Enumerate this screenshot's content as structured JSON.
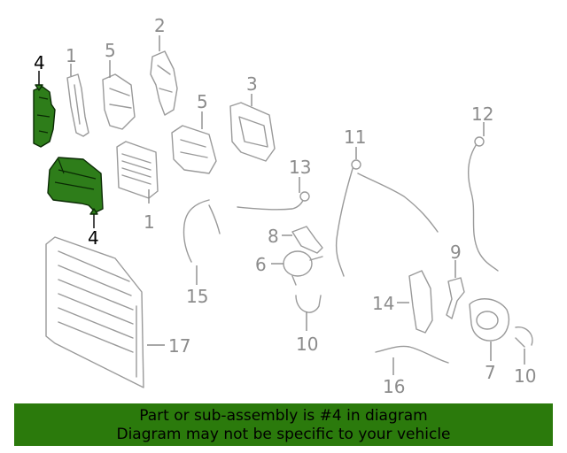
{
  "highlight_color": "#2b7a0c",
  "callouts": [
    {
      "id": "c4a",
      "text": "4",
      "highlighted": true
    },
    {
      "id": "c1a",
      "text": "1",
      "highlighted": false
    },
    {
      "id": "c5a",
      "text": "5",
      "highlighted": false
    },
    {
      "id": "c2",
      "text": "2",
      "highlighted": false
    },
    {
      "id": "c5b",
      "text": "5",
      "highlighted": false
    },
    {
      "id": "c3",
      "text": "3",
      "highlighted": false
    },
    {
      "id": "c11",
      "text": "11",
      "highlighted": false
    },
    {
      "id": "c12",
      "text": "12",
      "highlighted": false
    },
    {
      "id": "c13",
      "text": "13",
      "highlighted": false
    },
    {
      "id": "c1b",
      "text": "1",
      "highlighted": false
    },
    {
      "id": "c4b",
      "text": "4",
      "highlighted": true
    },
    {
      "id": "c8",
      "text": "8",
      "highlighted": false
    },
    {
      "id": "c6",
      "text": "6",
      "highlighted": false
    },
    {
      "id": "c9",
      "text": "9",
      "highlighted": false
    },
    {
      "id": "c15",
      "text": "15",
      "highlighted": false
    },
    {
      "id": "c14",
      "text": "14",
      "highlighted": false
    },
    {
      "id": "c10a",
      "text": "10",
      "highlighted": false
    },
    {
      "id": "c17",
      "text": "17",
      "highlighted": false
    },
    {
      "id": "c7",
      "text": "7",
      "highlighted": false
    },
    {
      "id": "c10b",
      "text": "10",
      "highlighted": false
    },
    {
      "id": "c16",
      "text": "16",
      "highlighted": false
    }
  ],
  "banner": {
    "line1": "Part or sub-assembly is #4 in diagram",
    "line2": "Diagram may not be specific to your vehicle"
  }
}
